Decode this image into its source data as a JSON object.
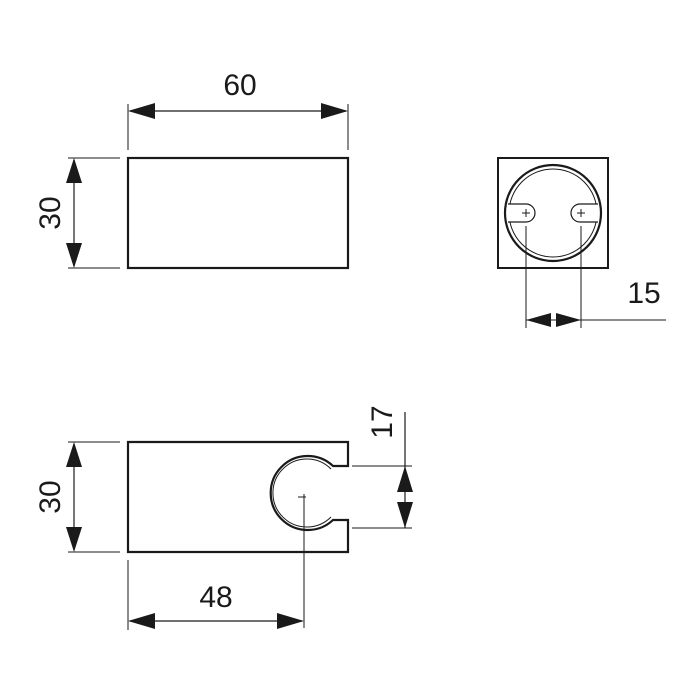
{
  "drawing": {
    "title": "Shower holder dimension drawing",
    "units": "mm",
    "line_color": "#1a1a1a",
    "background": "#ffffff"
  },
  "views": {
    "top_view": {
      "width_label": "60",
      "height_label": "30"
    },
    "front_view": {
      "hole_spacing_label": "15"
    },
    "side_view": {
      "height_label": "30",
      "center_offset_label": "48",
      "opening_label": "17"
    }
  }
}
